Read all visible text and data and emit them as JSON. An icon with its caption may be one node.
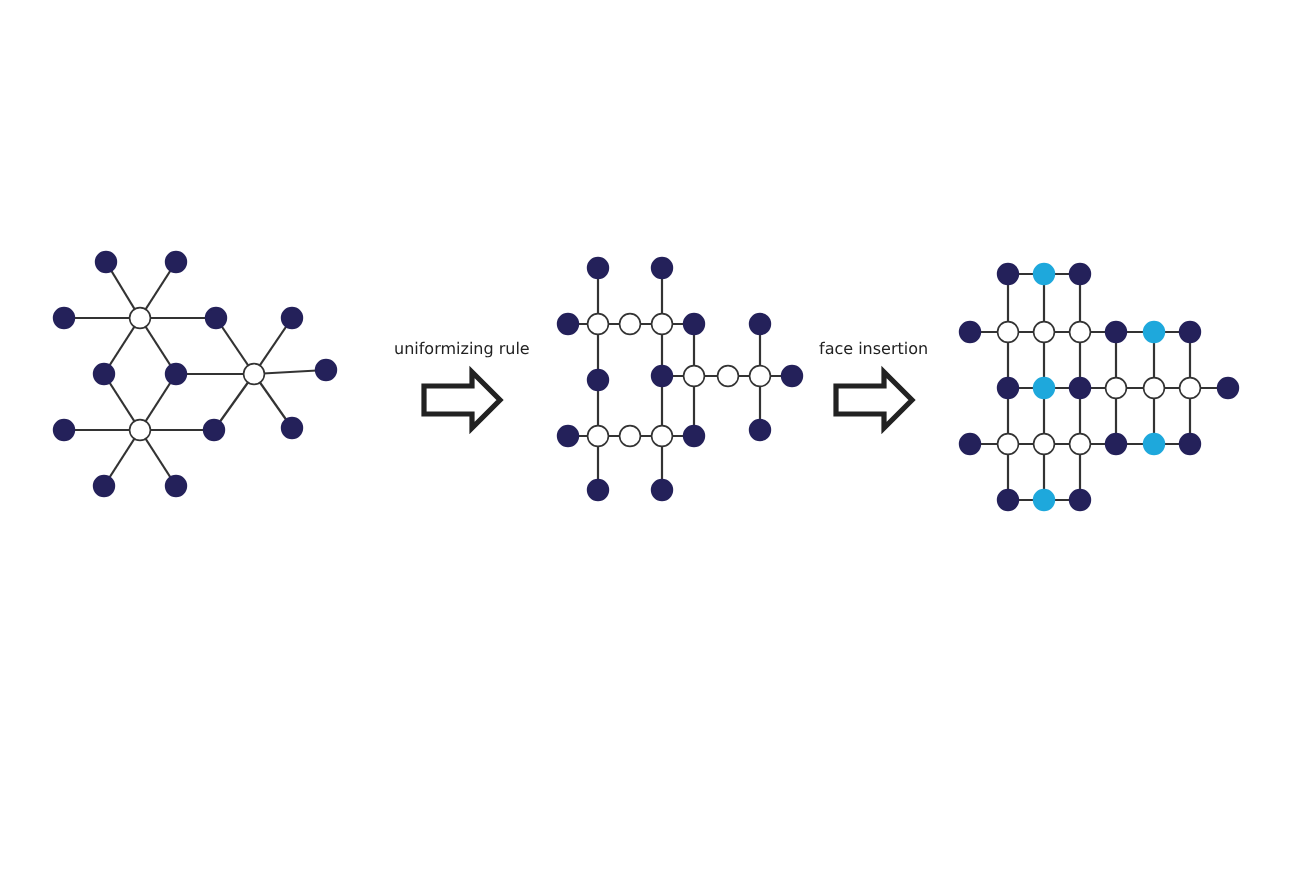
{
  "diagram": {
    "nodes": [
      {
        "text": [],
        "shape": "picture"
      },
      {
        "text": [],
        "shape": "picture"
      },
      {
        "text": [],
        "shape": "picture"
      }
    ],
    "edges": [
      {
        "from": 0,
        "to": 1,
        "arrow": "to",
        "label": "uniformizing rule"
      },
      {
        "from": 1,
        "to": 2,
        "arrow": "to",
        "label": "face insertion"
      }
    ]
  }
}
